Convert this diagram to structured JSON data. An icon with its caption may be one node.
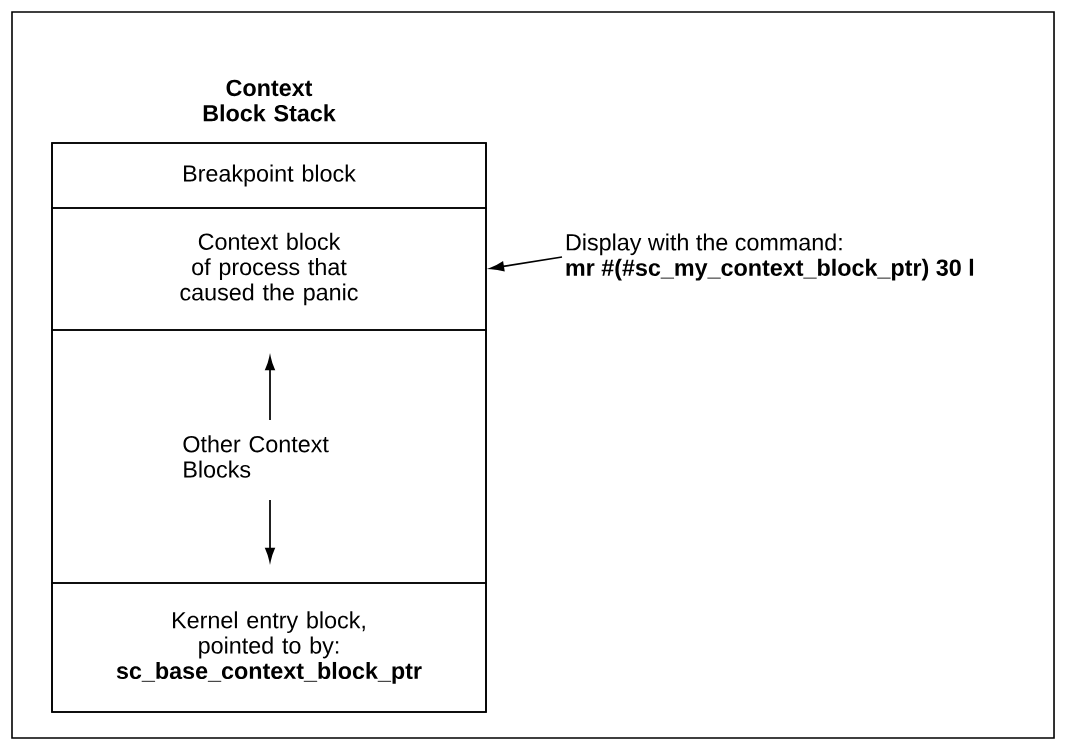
{
  "diagram": {
    "nodes": [
      {
        "text": [
          "Context Block Stack"
        ]
      },
      {
        "text": [
          "Breakpoint block"
        ],
        "in": 0
      },
      {
        "text": [
          "Context block of process that caused the panic"
        ],
        "in": 0
      },
      {
        "text": [
          "Other Context Blocks"
        ],
        "in": 0
      },
      {
        "text": [
          "Kernel entry block, pointed to by:",
          "sc_base_context_block_ptr"
        ],
        "in": 0
      },
      {
        "text": [
          "Display with the command:",
          "mr #(#sc_my_context_block_ptr) 30 l"
        ]
      }
    ],
    "edges": [
      {
        "from": 5,
        "to": 2,
        "arrow": "to"
      }
    ]
  }
}
